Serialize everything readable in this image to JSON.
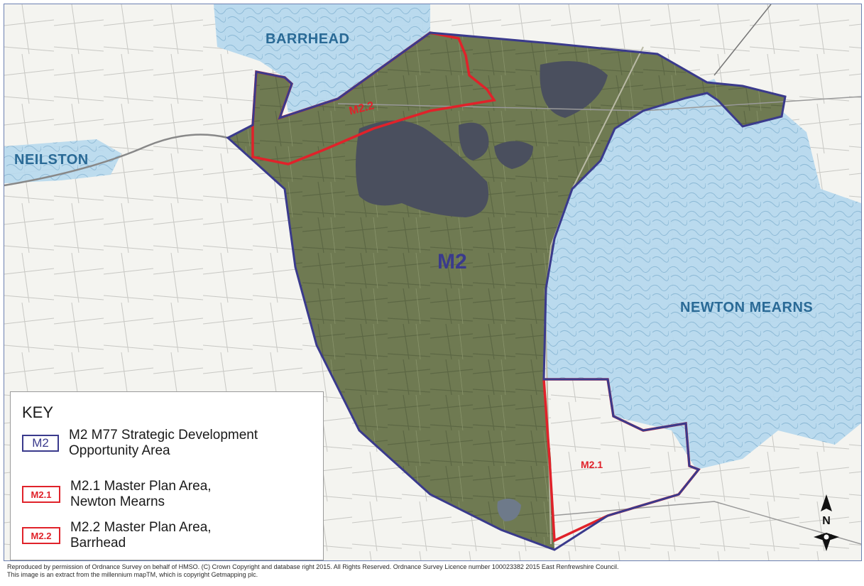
{
  "map": {
    "labels": {
      "barrhead": "BARRHEAD",
      "neilston": "NEILSTON",
      "newton_mearns": "NEWTON MEARNS",
      "m2": "M2",
      "m22": "M2.2",
      "m21": "M2.1"
    },
    "colors": {
      "urban_fill": "#b7d9ee",
      "rural_bg": "#f4f4f0",
      "aerial_green": "#6f7a52",
      "m2_boundary": "#3a3a8c",
      "master_plan_boundary": "#e0222a",
      "town_label": "#2a6a96",
      "water": "#4a4f5e"
    },
    "north_arrow": {
      "letter": "N",
      "icon": "north-arrow-icon"
    }
  },
  "key": {
    "title": "KEY",
    "items": [
      {
        "swatch": "M2",
        "line1": "M2 M77 Strategic Development",
        "line2": "Opportunity Area"
      },
      {
        "swatch": "M2.1",
        "line1": "M2.1 Master Plan Area,",
        "line2": "Newton Mearns"
      },
      {
        "swatch": "M2.2",
        "line1": "M2.2 Master Plan Area,",
        "line2": "Barrhead"
      }
    ]
  },
  "footer": {
    "line1": "Reproduced by permission of Ordnance Survey on behalf of HMSO. (C) Crown Copyright and database right 2015. All Rights Reserved.    Ordnance Survey Licence number 100023382 2015 East Renfrewshire Council.",
    "line2": "This image is an extract from the millennium mapTM, which is copyright Getmapping plc."
  }
}
